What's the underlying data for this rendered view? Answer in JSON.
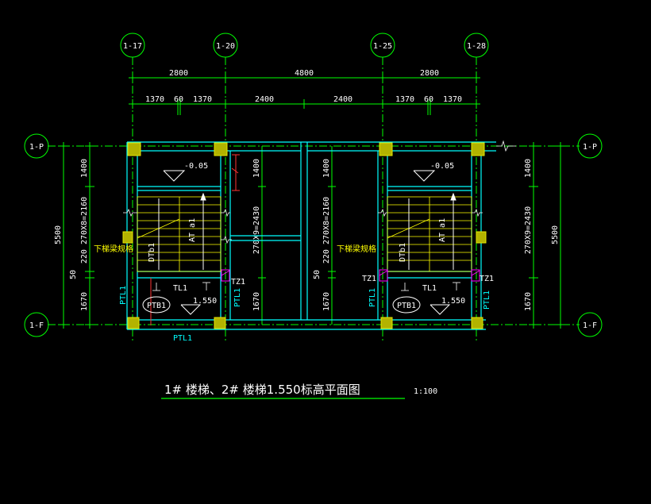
{
  "colors": {
    "background": "#000000",
    "grid_axis": "#00ff00",
    "wall": "#00ffff",
    "dimension": "#ffffff",
    "stair": "#ffff00",
    "column": "#b3b300",
    "section_marker": "#ff3333",
    "accent_magenta": "#ff00ff"
  },
  "axes": {
    "top": [
      "1-17",
      "1-20",
      "1-25",
      "1-28"
    ],
    "left": [
      "1-P",
      "1-F"
    ],
    "right": [
      "1-P",
      "1-F"
    ]
  },
  "dimensions": {
    "top_row1": [
      "2800",
      "4800",
      "2800"
    ],
    "top_row2": [
      "1370",
      "60",
      "1370",
      "2400",
      "2400",
      "1370",
      "60",
      "1370"
    ],
    "left_total": "5500",
    "right_total": "5500",
    "left_stair_run": "220 270X8=2160",
    "left_stair_small": "50",
    "left_bottom": "1670",
    "left_top": "1400",
    "mid_left_top": "1400",
    "mid_left_run": "270X9=2430",
    "mid_left_bottom": "1670",
    "mid_right_top": "1400",
    "mid_right_run": "220 270X8=2160",
    "mid_right_small": "50",
    "mid_right_bottom": "1670",
    "right_top": "1400",
    "right_run": "270X9=2430",
    "right_bottom": "1670"
  },
  "labels": {
    "level_top_left": "-0.05",
    "level_top_right": "-0.05",
    "level_bottom_left": "1.550",
    "level_bottom_right": "1.550",
    "at_left": "AT a1",
    "at_right": "AT a1",
    "dtb_left": "DTb1",
    "dtb_right": "DTb1",
    "ptb_left": "PTB1",
    "ptb_right": "PTB1",
    "tl_left": "TL1",
    "tl_right": "TL1",
    "tz1_left": "TZ1",
    "tz1_right_a": "TZ1",
    "tz1_right_b": "TZ1",
    "ptl_left": "PTL1",
    "ptl_mid_left": "PTL1",
    "ptl_mid_right": "PTL1",
    "ptl_right": "PTL1",
    "ptl_bottom": "PTL1",
    "small_note_left": "下梯梁规格",
    "small_note_right": "下梯梁规格"
  },
  "title": {
    "main": "1# 楼梯、2# 楼梯1.550标高平面图",
    "scale": "1:100"
  }
}
